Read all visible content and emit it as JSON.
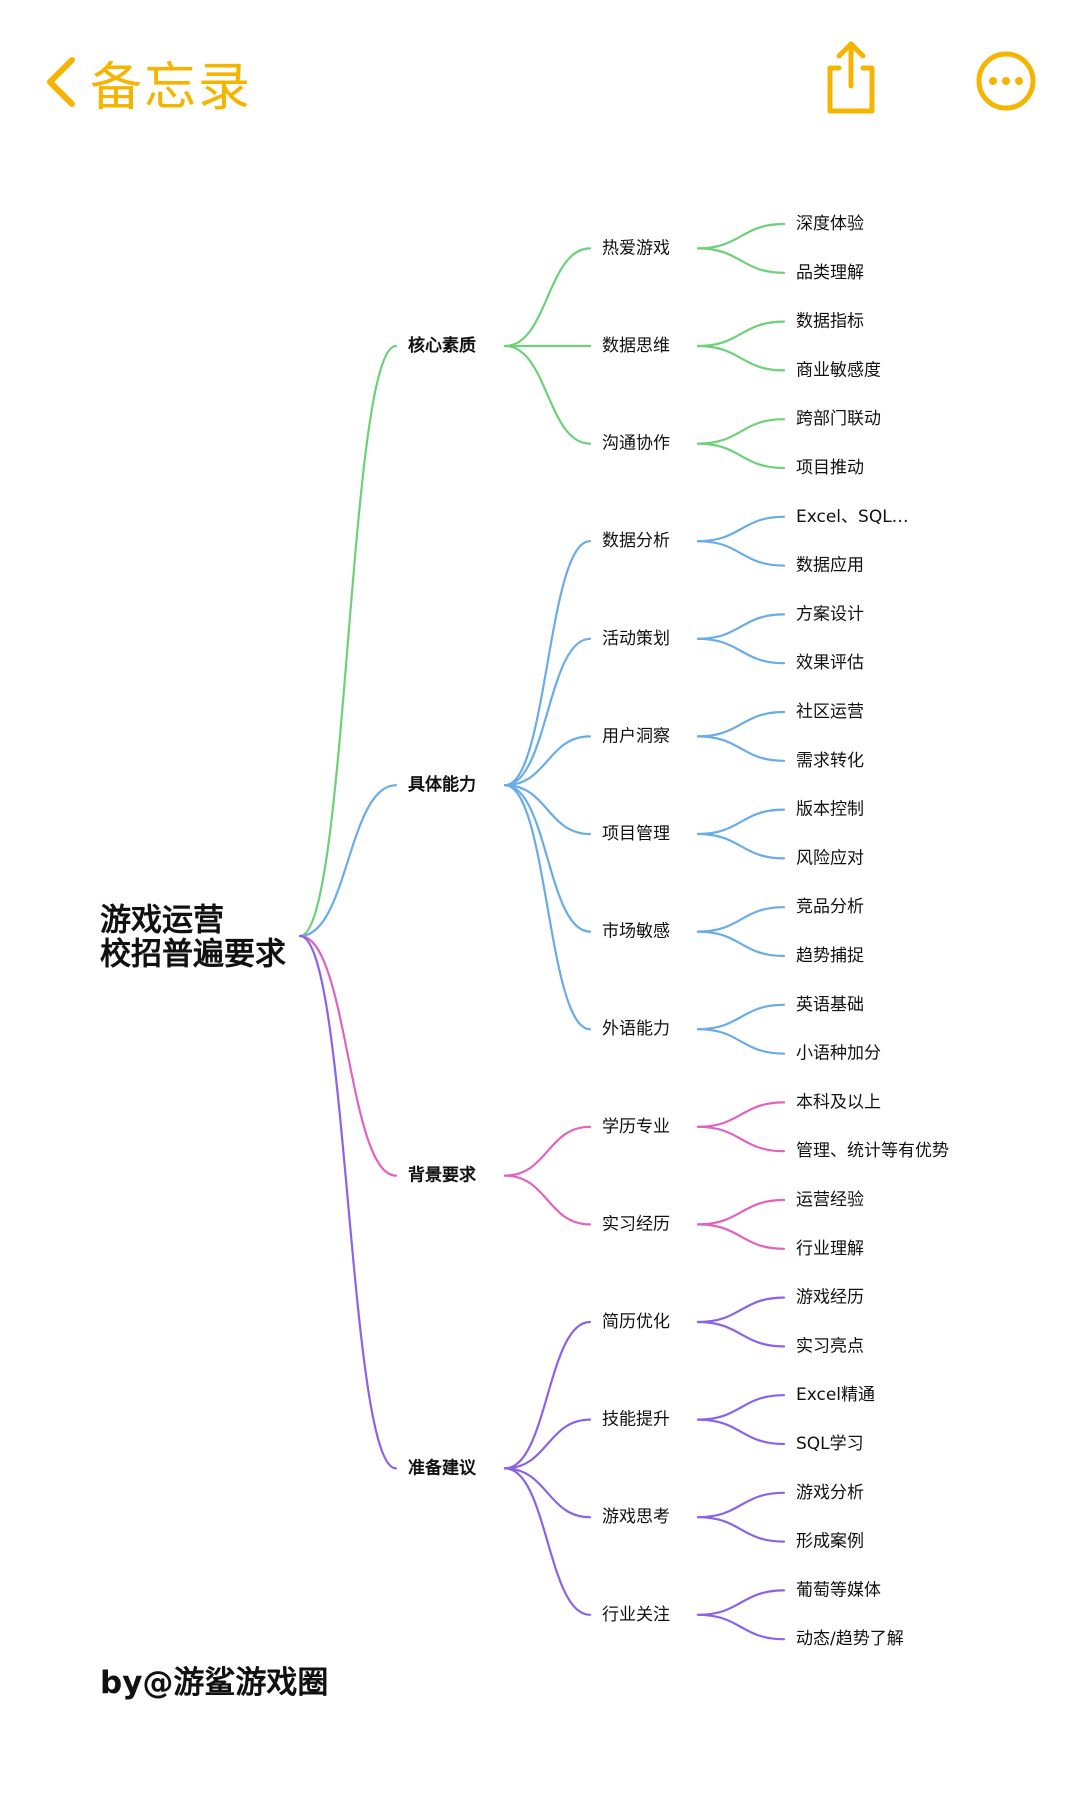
{
  "nav": {
    "back_label": "备忘录",
    "accent_color": "#F5B400",
    "icons": [
      "chevron-left-icon",
      "share-icon",
      "more-ellipsis-icon"
    ]
  },
  "mindmap": {
    "root": [
      "游戏运营",
      "校招普遍要求"
    ],
    "branches": [
      {
        "label": "核心素质",
        "color": "#6FD07A",
        "children": [
          {
            "label": "热爱游戏",
            "leaves": [
              "深度体验",
              "品类理解"
            ]
          },
          {
            "label": "数据思维",
            "leaves": [
              "数据指标",
              "商业敏感度"
            ]
          },
          {
            "label": "沟通协作",
            "leaves": [
              "跨部门联动",
              "项目推动"
            ]
          }
        ]
      },
      {
        "label": "具体能力",
        "color": "#6AACE6",
        "children": [
          {
            "label": "数据分析",
            "leaves": [
              "Excel、SQL…",
              "数据应用"
            ]
          },
          {
            "label": "活动策划",
            "leaves": [
              "方案设计",
              "效果评估"
            ]
          },
          {
            "label": "用户洞察",
            "leaves": [
              "社区运营",
              "需求转化"
            ]
          },
          {
            "label": "项目管理",
            "leaves": [
              "版本控制",
              "风险应对"
            ]
          },
          {
            "label": "市场敏感",
            "leaves": [
              "竞品分析",
              "趋势捕捉"
            ]
          },
          {
            "label": "外语能力",
            "leaves": [
              "英语基础",
              "小语种加分"
            ]
          }
        ]
      },
      {
        "label": "背景要求",
        "color": "#E063C0",
        "children": [
          {
            "label": "学历专业",
            "leaves": [
              "本科及以上",
              "管理、统计等有优势"
            ]
          },
          {
            "label": "实习经历",
            "leaves": [
              "运营经验",
              "行业理解"
            ]
          }
        ]
      },
      {
        "label": "准备建议",
        "color": "#8B63E6",
        "children": [
          {
            "label": "简历优化",
            "leaves": [
              "游戏经历",
              "实习亮点"
            ]
          },
          {
            "label": "技能提升",
            "leaves": [
              "Excel精通",
              "SQL学习"
            ]
          },
          {
            "label": "游戏思考",
            "leaves": [
              "游戏分析",
              "形成案例"
            ]
          },
          {
            "label": "行业关注",
            "leaves": [
              "葡萄等媒体",
              "动态/趋势了解"
            ]
          }
        ]
      }
    ]
  },
  "credit": "by@游鲨游戏圈"
}
